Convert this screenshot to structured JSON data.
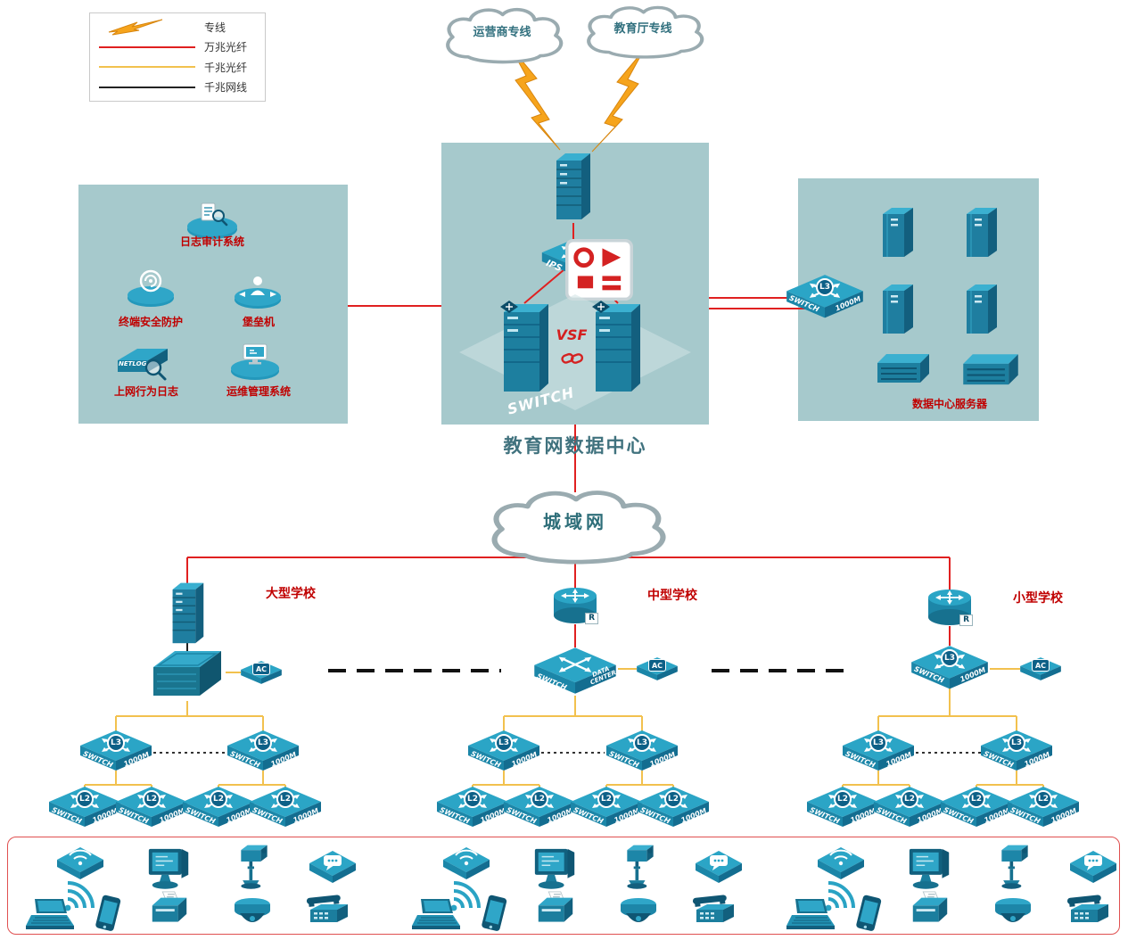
{
  "legend": {
    "items": [
      {
        "label": "专线",
        "type": "lightning"
      },
      {
        "label": "万兆光纤",
        "color": "#e02020"
      },
      {
        "label": "千兆光纤",
        "color": "#f2c14e"
      },
      {
        "label": "千兆网线",
        "color": "#222222"
      }
    ]
  },
  "clouds": {
    "carrier": "运营商专线",
    "education": "教育厅专线",
    "man": "城域网"
  },
  "datacenter": {
    "title": "教育网数据中心",
    "vsf": "VSF",
    "ips": "IPS"
  },
  "security_zone": {
    "items": [
      {
        "label": "日志审计系统"
      },
      {
        "label": "终端安全防护"
      },
      {
        "label": "堡垒机"
      },
      {
        "label": "上网行为日志"
      },
      {
        "label": "运维管理系统"
      }
    ],
    "netlog": "NETLOG"
  },
  "server_zone": {
    "label": "数据中心服务器"
  },
  "schools": {
    "large": "大型学校",
    "medium": "中型学校",
    "small": "小型学校"
  },
  "device_labels": {
    "switch": "SWITCH",
    "m1000": "1000M",
    "l3": "L3",
    "l2": "L2",
    "ac": "AC",
    "router": "R",
    "data": "DATA",
    "center": "CENTER"
  },
  "colors": {
    "red_line": "#e02020",
    "yellow_line": "#f2c14e",
    "black_line": "#222222",
    "lightning": "#f6a41c",
    "zone_bg": "#a6c9cc",
    "device_teal": "#2aa0c2",
    "label_red": "#c00000"
  }
}
